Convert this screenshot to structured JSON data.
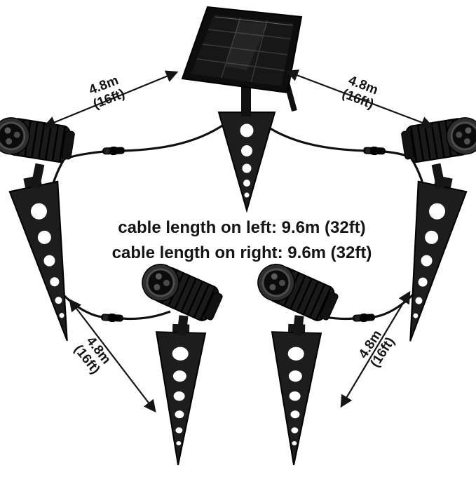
{
  "colors": {
    "background": "#ffffff",
    "ink": "#151515",
    "hardware": "#1c1c1c",
    "panel": "#0d0d0d",
    "hole": "#ffffff"
  },
  "annotations": {
    "top_left": {
      "value": "4.8m",
      "unit": "(16ft)"
    },
    "top_right": {
      "value": "4.8m",
      "unit": "(16ft)"
    },
    "bottom_left": {
      "value": "4.8m",
      "unit": "(16ft)"
    },
    "bottom_right": {
      "value": "4.8m",
      "unit": "(16ft)"
    }
  },
  "center_note": {
    "line1": "cable length on left: 9.6m (32ft)",
    "line2": "cable length on right: 9.6m (32ft)"
  }
}
